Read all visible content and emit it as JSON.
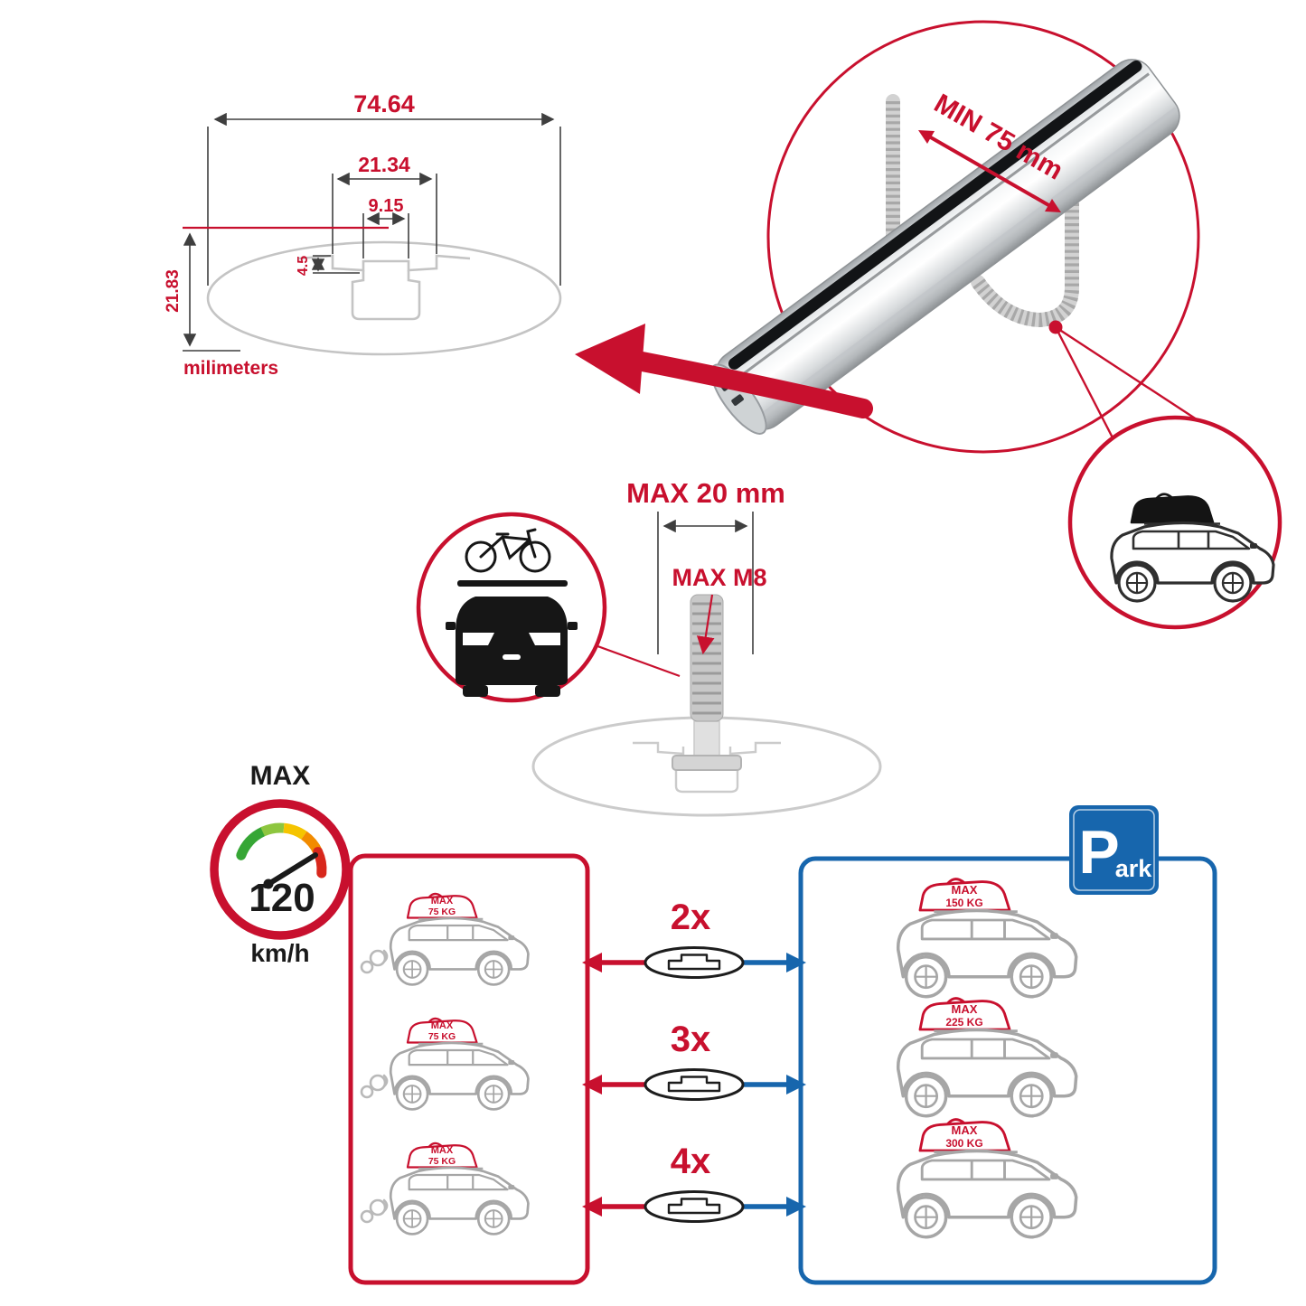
{
  "colors": {
    "red": "#C8102E",
    "blue": "#1766AD",
    "silver": "#C4C4C4",
    "black": "#1A1A1A"
  },
  "cross_section": {
    "width_total": "74.64",
    "width_channel": "21.34",
    "width_slot": "9.15",
    "lip_depth": "4.5",
    "height_total": "21.83",
    "unit_label": "milimeters"
  },
  "bar_detail": {
    "min_spacing_label": "MIN 75 mm"
  },
  "bolt_detail": {
    "max_length_label": "MAX 20 mm",
    "max_thread_label": "MAX M8"
  },
  "speed_limit": {
    "title": "MAX",
    "value": "120",
    "unit": "km/h"
  },
  "bar_counts": [
    "2x",
    "3x",
    "4x"
  ],
  "driving_panel": {
    "cars": [
      {
        "badge_title": "MAX",
        "badge_load": "75 KG"
      },
      {
        "badge_title": "MAX",
        "badge_load": "75 KG"
      },
      {
        "badge_title": "MAX",
        "badge_load": "75 KG"
      }
    ]
  },
  "parking_panel": {
    "sign": {
      "letter": "P",
      "suffix": "ark"
    },
    "cars": [
      {
        "badge_title": "MAX",
        "badge_load": "150 KG"
      },
      {
        "badge_title": "MAX",
        "badge_load": "225 KG"
      },
      {
        "badge_title": "MAX",
        "badge_load": "300 KG"
      }
    ]
  }
}
